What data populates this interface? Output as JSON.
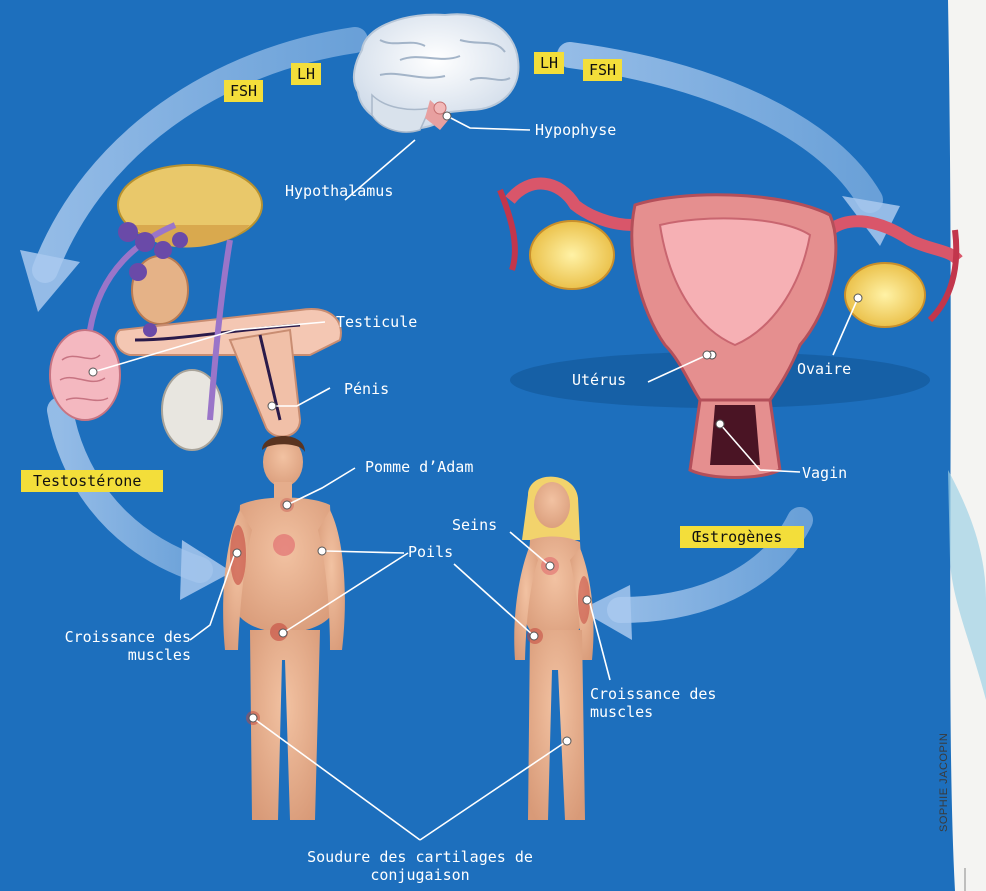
{
  "hormones": {
    "lh": "LH",
    "fsh": "FSH",
    "testosterone": "Testostérone",
    "estrogens": "Œstrogènes"
  },
  "labels": {
    "hypophyse": "Hypophyse",
    "hypothalamus": "Hypothalamus",
    "testicule": "Testicule",
    "penis": "Pénis",
    "uterus": "Utérus",
    "ovaire": "Ovaire",
    "vagin": "Vagin",
    "pomme_adam": "Pomme d’Adam",
    "seins": "Seins",
    "poils": "Poils",
    "croissance_line1": "Croissance des",
    "croissance_line2": "muscles",
    "soudure_line1": "Soudure des cartilages de",
    "soudure_line2": "conjugaison"
  },
  "credit": "SOPHIE JACOPIN",
  "colors": {
    "background": "#1d6fbd",
    "hormone_tag": "#f3de3a",
    "arrow": "#8fb8e6",
    "label_text": "#ffffff"
  }
}
